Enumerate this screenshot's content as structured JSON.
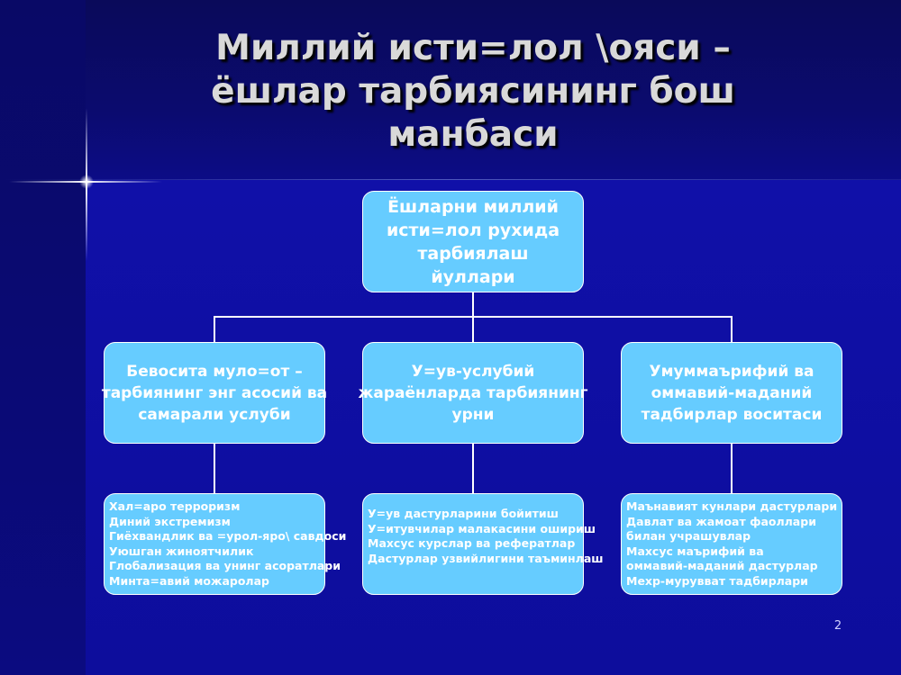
{
  "slide": {
    "title_lines": [
      "Миллий исти=лол \\ояси –",
      "ёшлар тарбиясининг бош",
      "манбаси"
    ],
    "page_number": "2"
  },
  "diagram": {
    "root": {
      "lines": [
        "Ёшларни миллий",
        "исти=лол рухида",
        "тарбиялаш",
        "йуллари"
      ]
    },
    "branches": [
      {
        "lines": [
          "Бевосита муло=от –",
          "тарбиянинг энг асосий ва",
          "самарали услуби"
        ],
        "items": [
          "Хал=аро терроризм",
          "Диний экстремизм",
          "Гиёхвандлик ва =урол-яро\\ савдоси",
          "Уюшган жиноятчилик",
          "Глобализация ва унинг асоратлари",
          "Минта=авий можаролар"
        ]
      },
      {
        "lines": [
          "У=ув-услубий",
          "жараёнларда тарбиянинг",
          "урни"
        ],
        "items": [
          "У=ув дастурларини бойитиш",
          "У=итувчилар малакасини ошириш",
          "Махсус курслар ва рефератлар",
          "Дастурлар узвийлигини таъминлаш"
        ]
      },
      {
        "lines": [
          "Умуммаърифий ва",
          "оммавий-маданий",
          "тадбирлар воситаси"
        ],
        "items": [
          "Маънавият кунлари дастурлари",
          "Давлат ва жамоат фаоллари",
          "билан учрашувлар",
          "Махсус маърифий ва",
          "оммавий-маданий дастурлар",
          "Мехр-мурувват тадбирлари"
        ]
      }
    ]
  }
}
